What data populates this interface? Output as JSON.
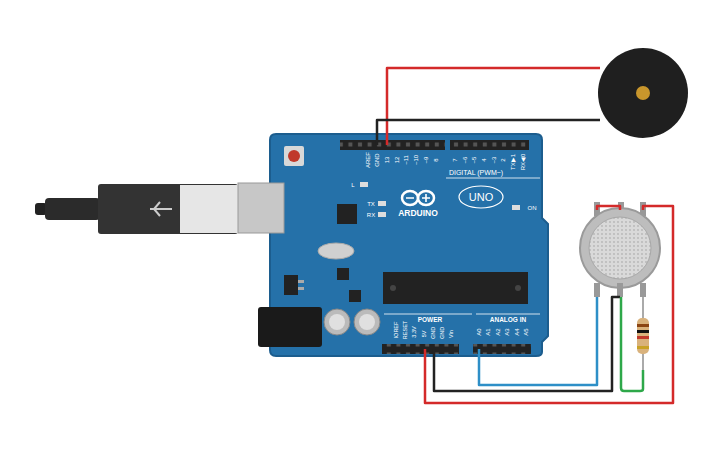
{
  "diagram": {
    "labels": [
      "AREF",
      "GND",
      "13",
      "12",
      "~11",
      "~10",
      "~9",
      "8",
      "7",
      "~6",
      "~5",
      "4",
      "~3",
      "2",
      "TX▶1",
      "RX◀0",
      "DIGITAL (PWM~)",
      "L",
      "TX",
      "RX",
      "ARDUINO",
      "UNO",
      "ON",
      "POWER",
      "ANALOG IN",
      "IOREF",
      "RESET",
      "3.3V",
      "5V",
      "GND",
      "GND",
      "Vin",
      "A0",
      "A1",
      "A2",
      "A3",
      "A4",
      "A5"
    ]
  }
}
